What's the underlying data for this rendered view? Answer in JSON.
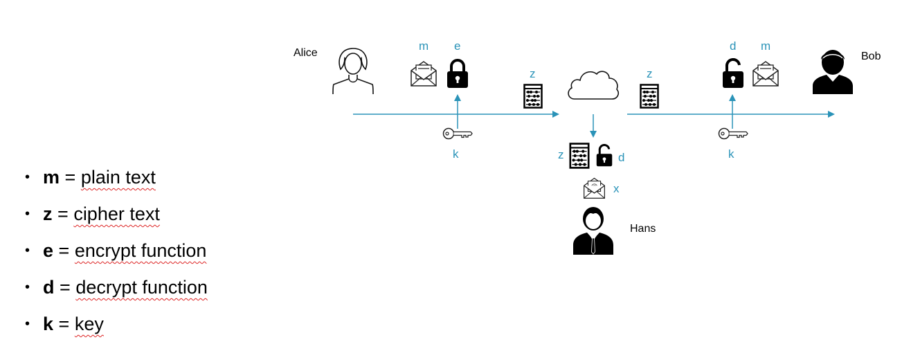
{
  "colors": {
    "accent": "#2a93b8",
    "black": "#000000"
  },
  "actors": {
    "alice": "Alice",
    "bob": "Bob",
    "hans": "Hans"
  },
  "labels": {
    "alice_m": "m",
    "alice_e": "e",
    "alice_k": "k",
    "z_left": "z",
    "z_right": "z",
    "bob_d": "d",
    "bob_m": "m",
    "bob_k": "k",
    "hans_z": "z",
    "hans_d": "d",
    "hans_x": "x"
  },
  "icons": {
    "person": "person-icon",
    "envelope": "envelope-icon",
    "lock": "lock-icon",
    "unlock": "unlock-icon",
    "cipher": "abacus-icon",
    "cloud": "cloud-icon",
    "key": "key-icon"
  },
  "legend": [
    {
      "symbol": "m",
      "eq": "=",
      "def": "plain text"
    },
    {
      "symbol": "z",
      "eq": "=",
      "def": "cipher text"
    },
    {
      "symbol": "e",
      "eq": "=",
      "def": "encrypt function"
    },
    {
      "symbol": "d",
      "eq": "=",
      "def": "decrypt function"
    },
    {
      "symbol": "k",
      "eq": "=",
      "def": "key"
    }
  ]
}
